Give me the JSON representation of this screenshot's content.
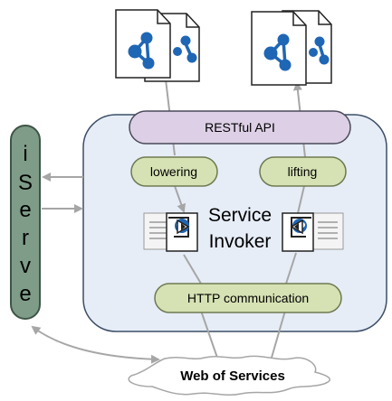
{
  "diagram": {
    "api_label": "RESTful API",
    "lowering_label": "lowering",
    "lifting_label": "lifting",
    "invoker_line1": "Service",
    "invoker_line2": "Invoker",
    "http_label": "HTTP communication",
    "cloud_label": "Web of Services",
    "iserve_letters": [
      "i",
      "S",
      "e",
      "r",
      "v",
      "e"
    ]
  },
  "colors": {
    "panel_fill": "#e6edf7",
    "panel_stroke": "#3c4e66",
    "api_fill": "#ddd0e6",
    "pill_fill": "#d6e2b4",
    "pill_stroke": "#6e7a52",
    "iserve_fill": "#7e9c88",
    "iserve_stroke": "#3e5446",
    "doc_icon_blue": "#1f66b5",
    "arrow_gray": "#a6a6a6"
  },
  "icons": {
    "doc_left_icon": "semantic-document-icon",
    "doc_right_icon": "semantic-document-icon",
    "request_icon": "outgoing-document-icon",
    "response_icon": "incoming-document-icon"
  }
}
